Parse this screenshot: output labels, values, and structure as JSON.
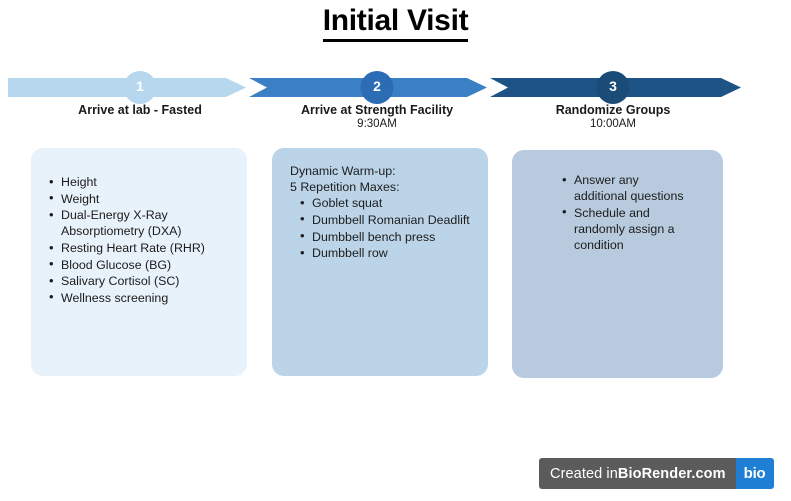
{
  "title": "Initial Visit",
  "timeline": {
    "steps": [
      {
        "number": "1",
        "label": "Arrive at lab - Fasted",
        "time": "",
        "color": "#b7d7ef",
        "circle_color": "#b7d7ef"
      },
      {
        "number": "2",
        "label": "Arrive at Strength Facility",
        "time": "9:30AM",
        "color": "#3b7fc4",
        "circle_color": "#2b6cb5"
      },
      {
        "number": "3",
        "label": "Randomize Groups",
        "time": "10:00AM",
        "color": "#1d5485",
        "circle_color": "#1b4c78"
      }
    ]
  },
  "boxes": [
    {
      "bg": "#e8f2fb",
      "lead": [],
      "items": [
        "Height",
        "Weight",
        "Dual-Energy X-Ray Absorptiometry (DXA)",
        "Resting Heart Rate (RHR)",
        "Blood Glucose (BG)",
        "Salivary Cortisol (SC)",
        "Wellness screening"
      ]
    },
    {
      "bg": "#bcd4e8",
      "lead": [
        "Dynamic Warm-up:",
        "5 Repetition Maxes:"
      ],
      "items": [
        "Goblet squat",
        "Dumbbell Romanian Deadlift",
        "Dumbbell bench press",
        "Dumbbell row"
      ]
    },
    {
      "bg": "#b8cadd",
      "lead": [],
      "items": [
        "Answer any additional questions",
        "Schedule and randomly assign a condition"
      ]
    }
  ],
  "badge": {
    "prefix": "Created in ",
    "brand": "BioRender.com",
    "logo": "bio"
  }
}
